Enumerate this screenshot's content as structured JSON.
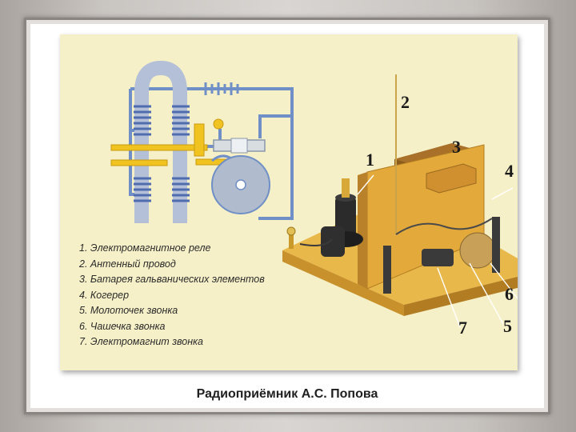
{
  "legend": [
    "1. Электромагнитное реле",
    "2. Антенный провод",
    "3. Батарея гальванических элементов",
    "4. Когерер",
    "5. Молоточек звонка",
    "6. Чашечка звонка",
    "7. Электромагнит звонка"
  ],
  "callouts": [
    "1",
    "2",
    "3",
    "4",
    "5",
    "6",
    "7"
  ],
  "caption": "Радиоприёмник А.С. Попова",
  "colors": {
    "panel": "#f6f0c8",
    "wire": "#6f8fc6",
    "brass": "#e3b21f",
    "wood": "#d9a53a",
    "coil": "#5b79b8",
    "dark": "#2b2b2b"
  }
}
